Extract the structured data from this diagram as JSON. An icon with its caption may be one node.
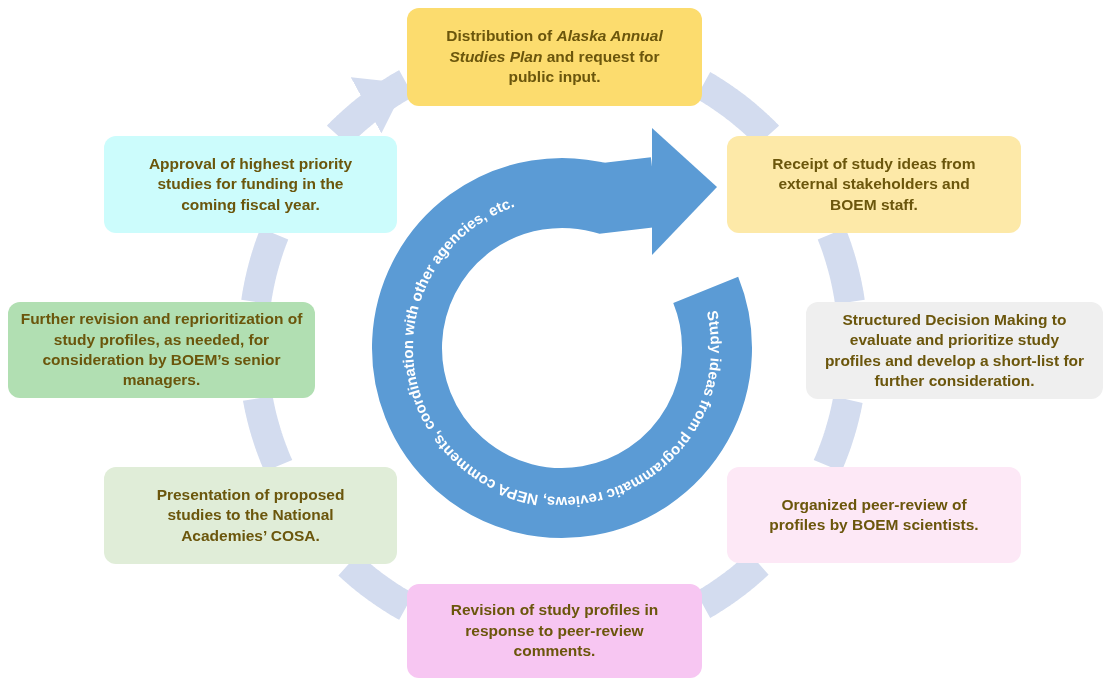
{
  "diagram": {
    "nodes": [
      {
        "text": [
          "Distribution of *Alaska Annual Studies Plan* and request for public input."
        ]
      },
      {
        "text": [
          "Receipt of study ideas from external stakeholders and BOEM staff."
        ]
      },
      {
        "text": [
          "Structured Decision Making to evaluate and prioritize study profiles and develop a short-list for further consideration."
        ]
      },
      {
        "text": [
          "Organized peer-review of profiles by BOEM scientists."
        ]
      },
      {
        "text": [
          "Revision of study profiles in response to peer-review comments."
        ]
      },
      {
        "text": [
          "Presentation of proposed studies to the National Academies’ COSA."
        ]
      },
      {
        "text": [
          "Further revision and reprioritization of study profiles, as needed, for consideration by BOEM’s senior managers."
        ]
      },
      {
        "text": [
          "Approval of highest priority studies for funding in the coming fiscal year."
        ]
      },
      {
        "text": [
          "Study ideas from programmatic reviews, NEPA comments, coordination with other agencies, etc."
        ]
      }
    ],
    "edges": [
      {
        "from": 0,
        "to": 1,
        "arrow": "none"
      },
      {
        "from": 1,
        "to": 2,
        "arrow": "none"
      },
      {
        "from": 2,
        "to": 3,
        "arrow": "none"
      },
      {
        "from": 3,
        "to": 4,
        "arrow": "none"
      },
      {
        "from": 4,
        "to": 5,
        "arrow": "none"
      },
      {
        "from": 5,
        "to": 6,
        "arrow": "none"
      },
      {
        "from": 6,
        "to": 7,
        "arrow": "none"
      },
      {
        "from": 7,
        "to": 0,
        "arrow": "to"
      }
    ]
  }
}
